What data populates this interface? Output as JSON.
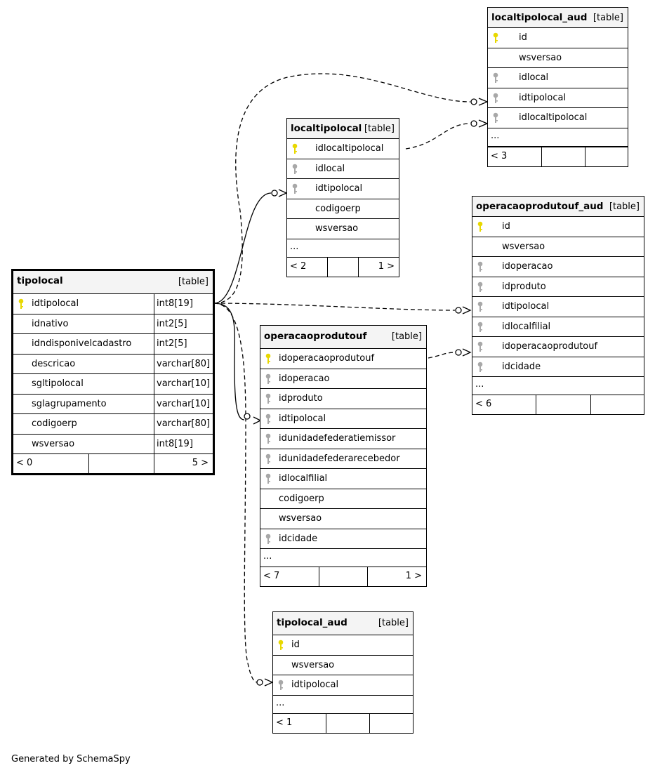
{
  "tables": {
    "localtipolocal_aud": {
      "name": "localtipolocal_aud",
      "type": "[table]",
      "columns": [
        {
          "name": "id",
          "key": "primary"
        },
        {
          "name": "wsversao",
          "key": "none"
        },
        {
          "name": "idlocal",
          "key": "foreign"
        },
        {
          "name": "idtipolocal",
          "key": "foreign"
        },
        {
          "name": "idlocaltipolocal",
          "key": "foreign"
        }
      ],
      "more": "...",
      "footer": [
        "< 3",
        "",
        ""
      ]
    },
    "localtipolocal": {
      "name": "localtipolocal",
      "type": "[table]",
      "columns": [
        {
          "name": "idlocaltipolocal",
          "key": "primary"
        },
        {
          "name": "idlocal",
          "key": "foreign"
        },
        {
          "name": "idtipolocal",
          "key": "foreign"
        },
        {
          "name": "codigoerp",
          "key": "none"
        },
        {
          "name": "wsversao",
          "key": "none"
        }
      ],
      "more": "...",
      "footer": [
        "< 2",
        "",
        "1 >"
      ]
    },
    "operacaoprodutouf_aud": {
      "name": "operacaoprodutouf_aud",
      "type": "[table]",
      "columns": [
        {
          "name": "id",
          "key": "primary"
        },
        {
          "name": "wsversao",
          "key": "none"
        },
        {
          "name": "idoperacao",
          "key": "foreign"
        },
        {
          "name": "idproduto",
          "key": "foreign"
        },
        {
          "name": "idtipolocal",
          "key": "foreign"
        },
        {
          "name": "idlocalfilial",
          "key": "foreign"
        },
        {
          "name": "idoperacaoprodutouf",
          "key": "foreign"
        },
        {
          "name": "idcidade",
          "key": "foreign"
        }
      ],
      "more": "...",
      "footer": [
        "< 6",
        "",
        ""
      ]
    },
    "tipolocal": {
      "name": "tipolocal",
      "type": "[table]",
      "columns": [
        {
          "name": "idtipolocal",
          "key": "primary",
          "type": "int8[19]"
        },
        {
          "name": "idnativo",
          "key": "none",
          "type": "int2[5]"
        },
        {
          "name": "idndisponivelcadastro",
          "key": "none",
          "type": "int2[5]"
        },
        {
          "name": "descricao",
          "key": "none",
          "type": "varchar[80]"
        },
        {
          "name": "sgltipolocal",
          "key": "none",
          "type": "varchar[10]"
        },
        {
          "name": "sglagrupamento",
          "key": "none",
          "type": "varchar[10]"
        },
        {
          "name": "codigoerp",
          "key": "none",
          "type": "varchar[80]"
        },
        {
          "name": "wsversao",
          "key": "none",
          "type": "int8[19]"
        }
      ],
      "footer": [
        "< 0",
        "",
        "5 >"
      ]
    },
    "operacaoprodutouf": {
      "name": "operacaoprodutouf",
      "type": "[table]",
      "columns": [
        {
          "name": "idoperacaoprodutouf",
          "key": "primary"
        },
        {
          "name": "idoperacao",
          "key": "foreign"
        },
        {
          "name": "idproduto",
          "key": "foreign"
        },
        {
          "name": "idtipolocal",
          "key": "foreign"
        },
        {
          "name": "idunidadefederatiemissor",
          "key": "foreign"
        },
        {
          "name": "idunidadefederarecebedor",
          "key": "foreign"
        },
        {
          "name": "idlocalfilial",
          "key": "foreign"
        },
        {
          "name": "codigoerp",
          "key": "none"
        },
        {
          "name": "wsversao",
          "key": "none"
        },
        {
          "name": "idcidade",
          "key": "foreign"
        }
      ],
      "more": "...",
      "footer": [
        "< 7",
        "",
        "1 >"
      ]
    },
    "tipolocal_aud": {
      "name": "tipolocal_aud",
      "type": "[table]",
      "columns": [
        {
          "name": "id",
          "key": "primary"
        },
        {
          "name": "wsversao",
          "key": "none"
        },
        {
          "name": "idtipolocal",
          "key": "foreign"
        }
      ],
      "more": "...",
      "footer": [
        "< 1",
        "",
        ""
      ]
    }
  },
  "colors": {
    "primary_key": "#e8d800",
    "foreign_key": "#a8a8a8",
    "header_bg": "#f4f4f4"
  },
  "credit": "Generated by SchemaSpy"
}
